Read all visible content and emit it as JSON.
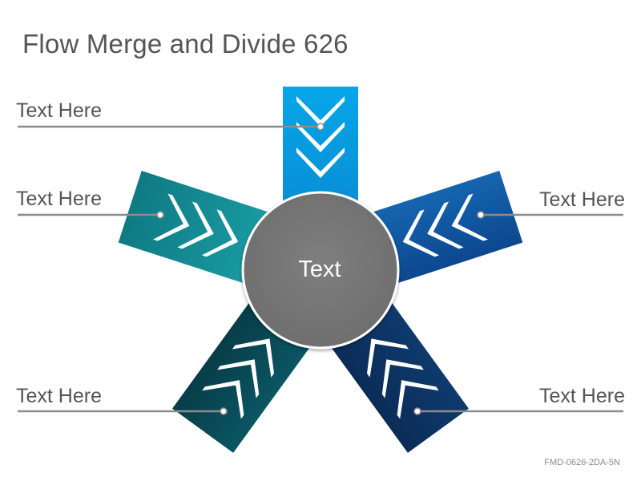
{
  "title": "Flow Merge and Divide 626",
  "center": {
    "label": "Text"
  },
  "callouts": [
    {
      "id": "top-left",
      "label": "Text Here"
    },
    {
      "id": "mid-left",
      "label": "Text Here"
    },
    {
      "id": "mid-right",
      "label": "Text Here"
    },
    {
      "id": "bottom-left",
      "label": "Text Here"
    },
    {
      "id": "bottom-right",
      "label": "Text Here"
    }
  ],
  "arms": [
    {
      "id": "top",
      "color_light": "#1aa7e6",
      "color_dark": "#0a7fc8"
    },
    {
      "id": "right",
      "color_light": "#1565b0",
      "color_dark": "#0b3f86"
    },
    {
      "id": "bottom-right",
      "color_light": "#0f3f73",
      "color_dark": "#092a52"
    },
    {
      "id": "bottom-left",
      "color_light": "#0c5a68",
      "color_dark": "#073c46"
    },
    {
      "id": "left",
      "color_light": "#1a9ba3",
      "color_dark": "#0c6f78"
    }
  ],
  "center_color": "#7a7a7a",
  "footer_code": "FMD-0626-2DA-5N"
}
